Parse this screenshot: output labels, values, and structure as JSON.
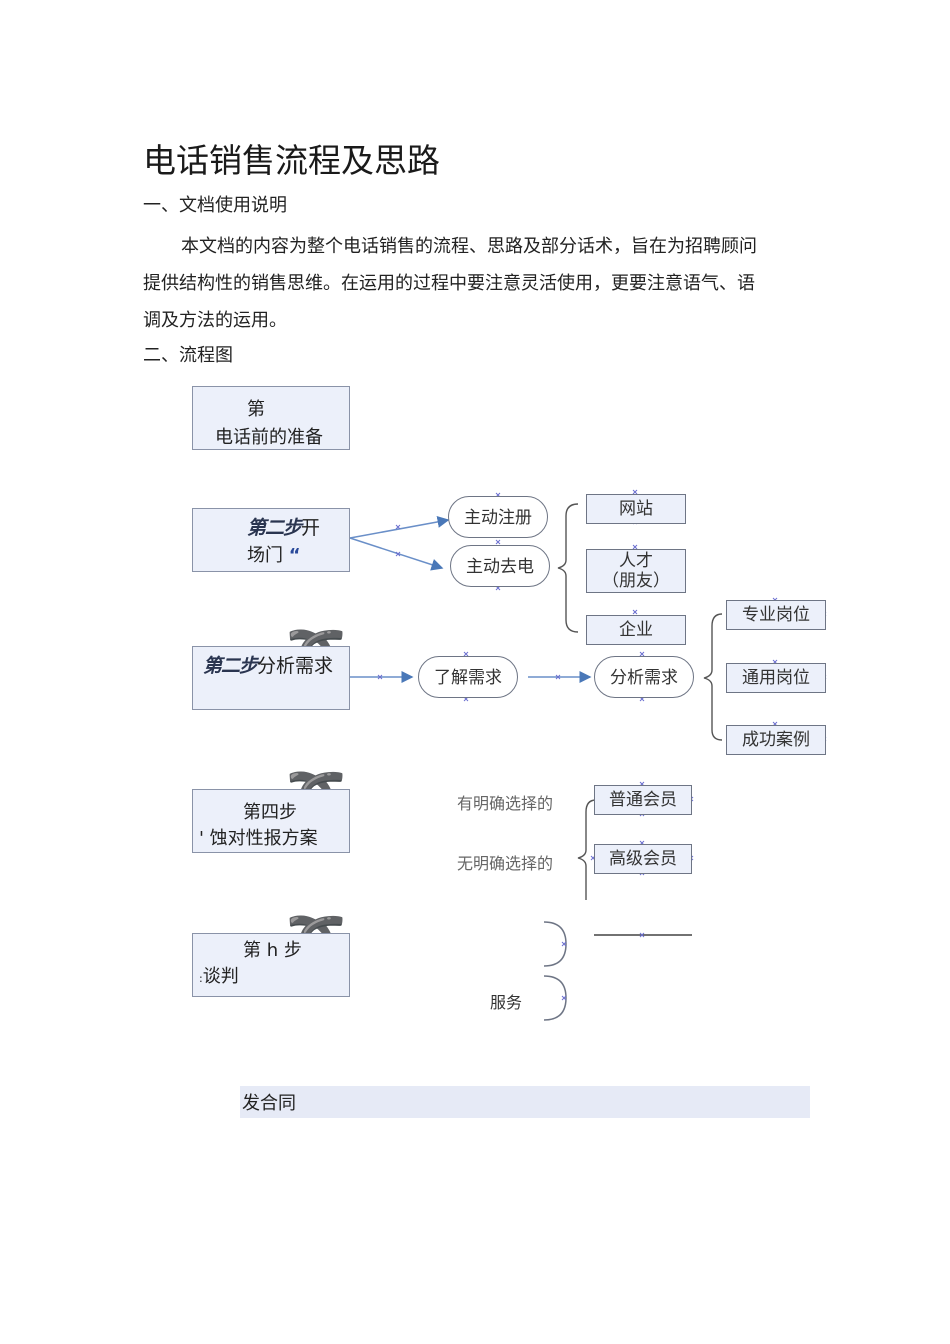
{
  "doc_title": "电话销售流程及思路",
  "section1_heading": "一、文档使用说明",
  "intro": {
    "line1": "本文档的内容为整个电话销售的流程、思路及部分话术，旨在为招聘顾问",
    "line2": "提供结构性的销售思维。在运用的过程中要注意灵活使用，更要注意语气、语",
    "line3": "调及方法的运用。"
  },
  "section2_heading": "二、流程图",
  "flow": {
    "step1": {
      "line1": "第",
      "line2": "电话前的准备"
    },
    "step2": {
      "italic": "第二步",
      "rest": "开",
      "line2a": "场门",
      "line2b": "“"
    },
    "step3": {
      "italic": "第二步",
      "rest": "分析需求"
    },
    "step4": {
      "line1": "第四步",
      "line2": "' 蚀对性报方案"
    },
    "step5": {
      "line1": "第 h 步",
      "line2a": ":",
      "line2b": "谈判"
    },
    "open_branches": [
      "主动注册",
      "主动去电"
    ],
    "sources": {
      "website": "网站",
      "talent_l1": "人才",
      "talent_l2": "（朋友）",
      "enterprise": "企业"
    },
    "need_understand": "了解需求",
    "need_analyze": "分析需求",
    "positions": [
      "专业岗位",
      "通用岗位",
      "成功案例"
    ],
    "choice_clear": "有明确选择的",
    "choice_unclear": "无明确选择的",
    "memberships": [
      "普通会员",
      "高级会员"
    ],
    "service": "服务",
    "contract": "发合同"
  }
}
